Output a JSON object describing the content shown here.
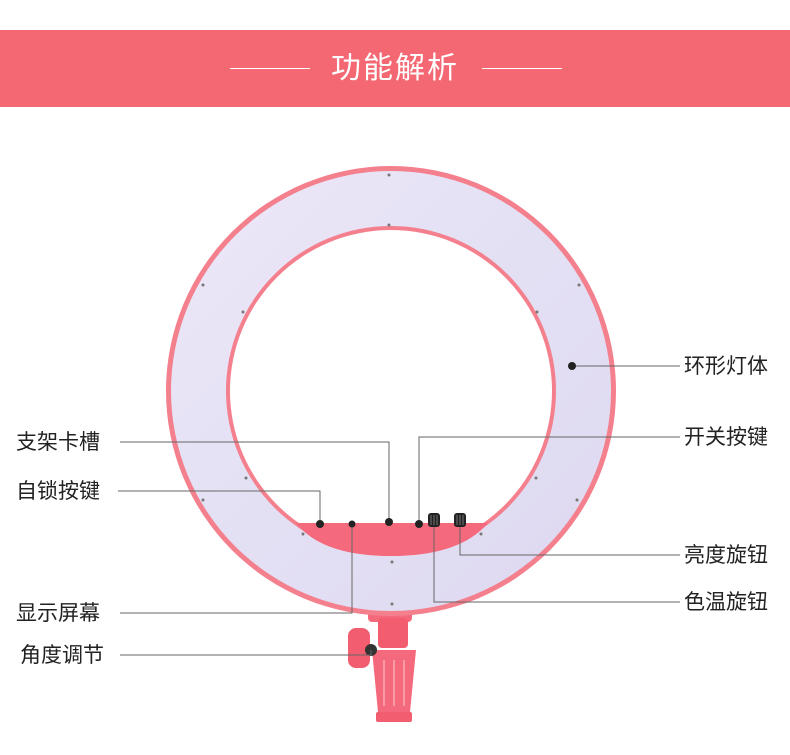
{
  "banner": {
    "title": "功能解析",
    "color": "#f46873"
  },
  "callouts": {
    "ring_body": "环形灯体",
    "bracket_slot": "支架卡槽",
    "power_button": "开关按键",
    "lock_button": "自锁按键",
    "brightness_knob": "亮度旋钮",
    "display": "显示屏幕",
    "color_temp_knob": "色温旋钮",
    "angle_adjust": "角度调节"
  },
  "colors": {
    "ring_frame": "#f47f8d",
    "ring_light": "#e8e4f6",
    "stand": "#f46a7c",
    "leader_line": "#666666",
    "dot": "#222222"
  }
}
